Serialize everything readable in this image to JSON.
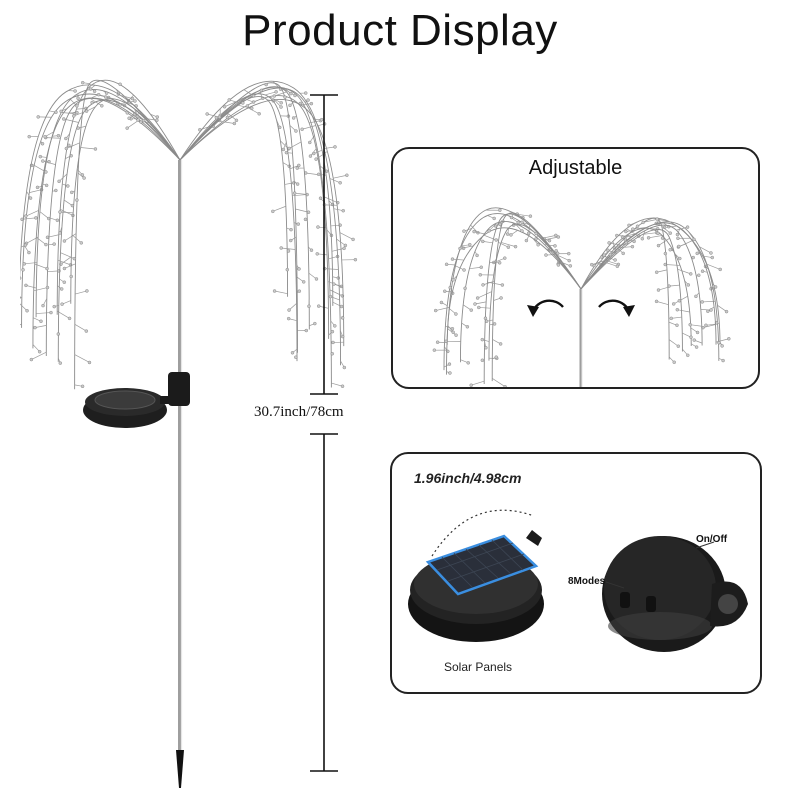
{
  "title": "Product Display",
  "height_dimension": "30.7inch/78cm",
  "adjustable_panel": {
    "caption": "Adjustable"
  },
  "detail_panel": {
    "dimension": "1.96inch/4.98cm",
    "solar_label": "Solar Panels",
    "modes_label": "8Modes",
    "onoff_label": "On/Off"
  },
  "colors": {
    "text": "#111111",
    "wire": "#8a8a8a",
    "stake": "#b8b8b8",
    "panel_accent": "#3a8ee0",
    "housing": "#1c1c1c"
  }
}
